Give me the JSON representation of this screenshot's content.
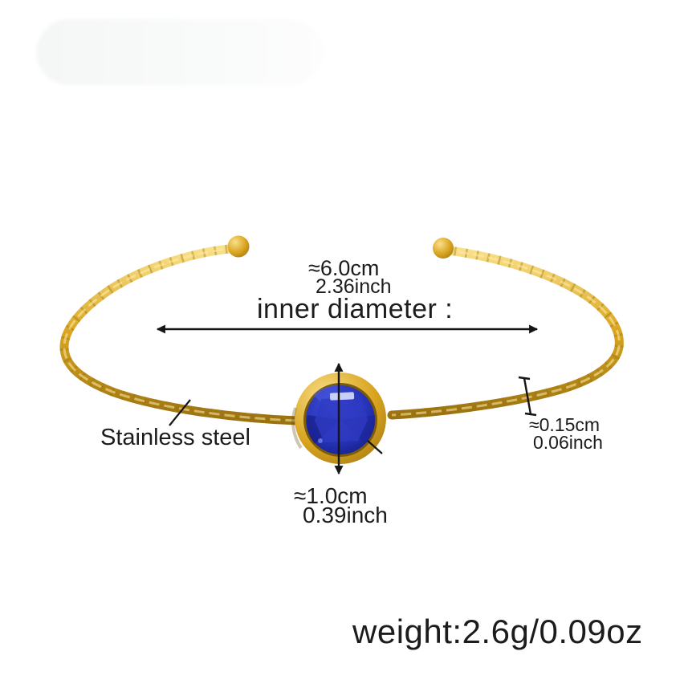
{
  "labels": {
    "inner_diameter_cm": "≈6.0cm",
    "inner_diameter_inch": "2.36inch",
    "inner_diameter_label": "inner diameter :",
    "material": "Stainless steel",
    "thickness_cm": "≈0.15cm",
    "thickness_inch": "0.06inch",
    "gem_diameter_cm": "≈1.0cm",
    "gem_diameter_inch": "0.39inch",
    "weight": "weight:2.6g/0.09oz"
  },
  "colors": {
    "background": "#ffffff",
    "text": "#1c1c1e",
    "annotation_line": "#151515",
    "gold": "#d9a420",
    "gold_light": "#f9e08a",
    "gold_dark": "#9a7210",
    "gem_blue": "#2431b4",
    "gem_light": "#4150d8",
    "gem_dark": "#121a78"
  },
  "icons": {
    "inner_diameter_arrow": "horizontal-double-arrow",
    "gem_diameter_arrow": "vertical-double-arrow",
    "thickness_indicator": "i-beam-measure-line",
    "material_pointer": "leader-line"
  }
}
